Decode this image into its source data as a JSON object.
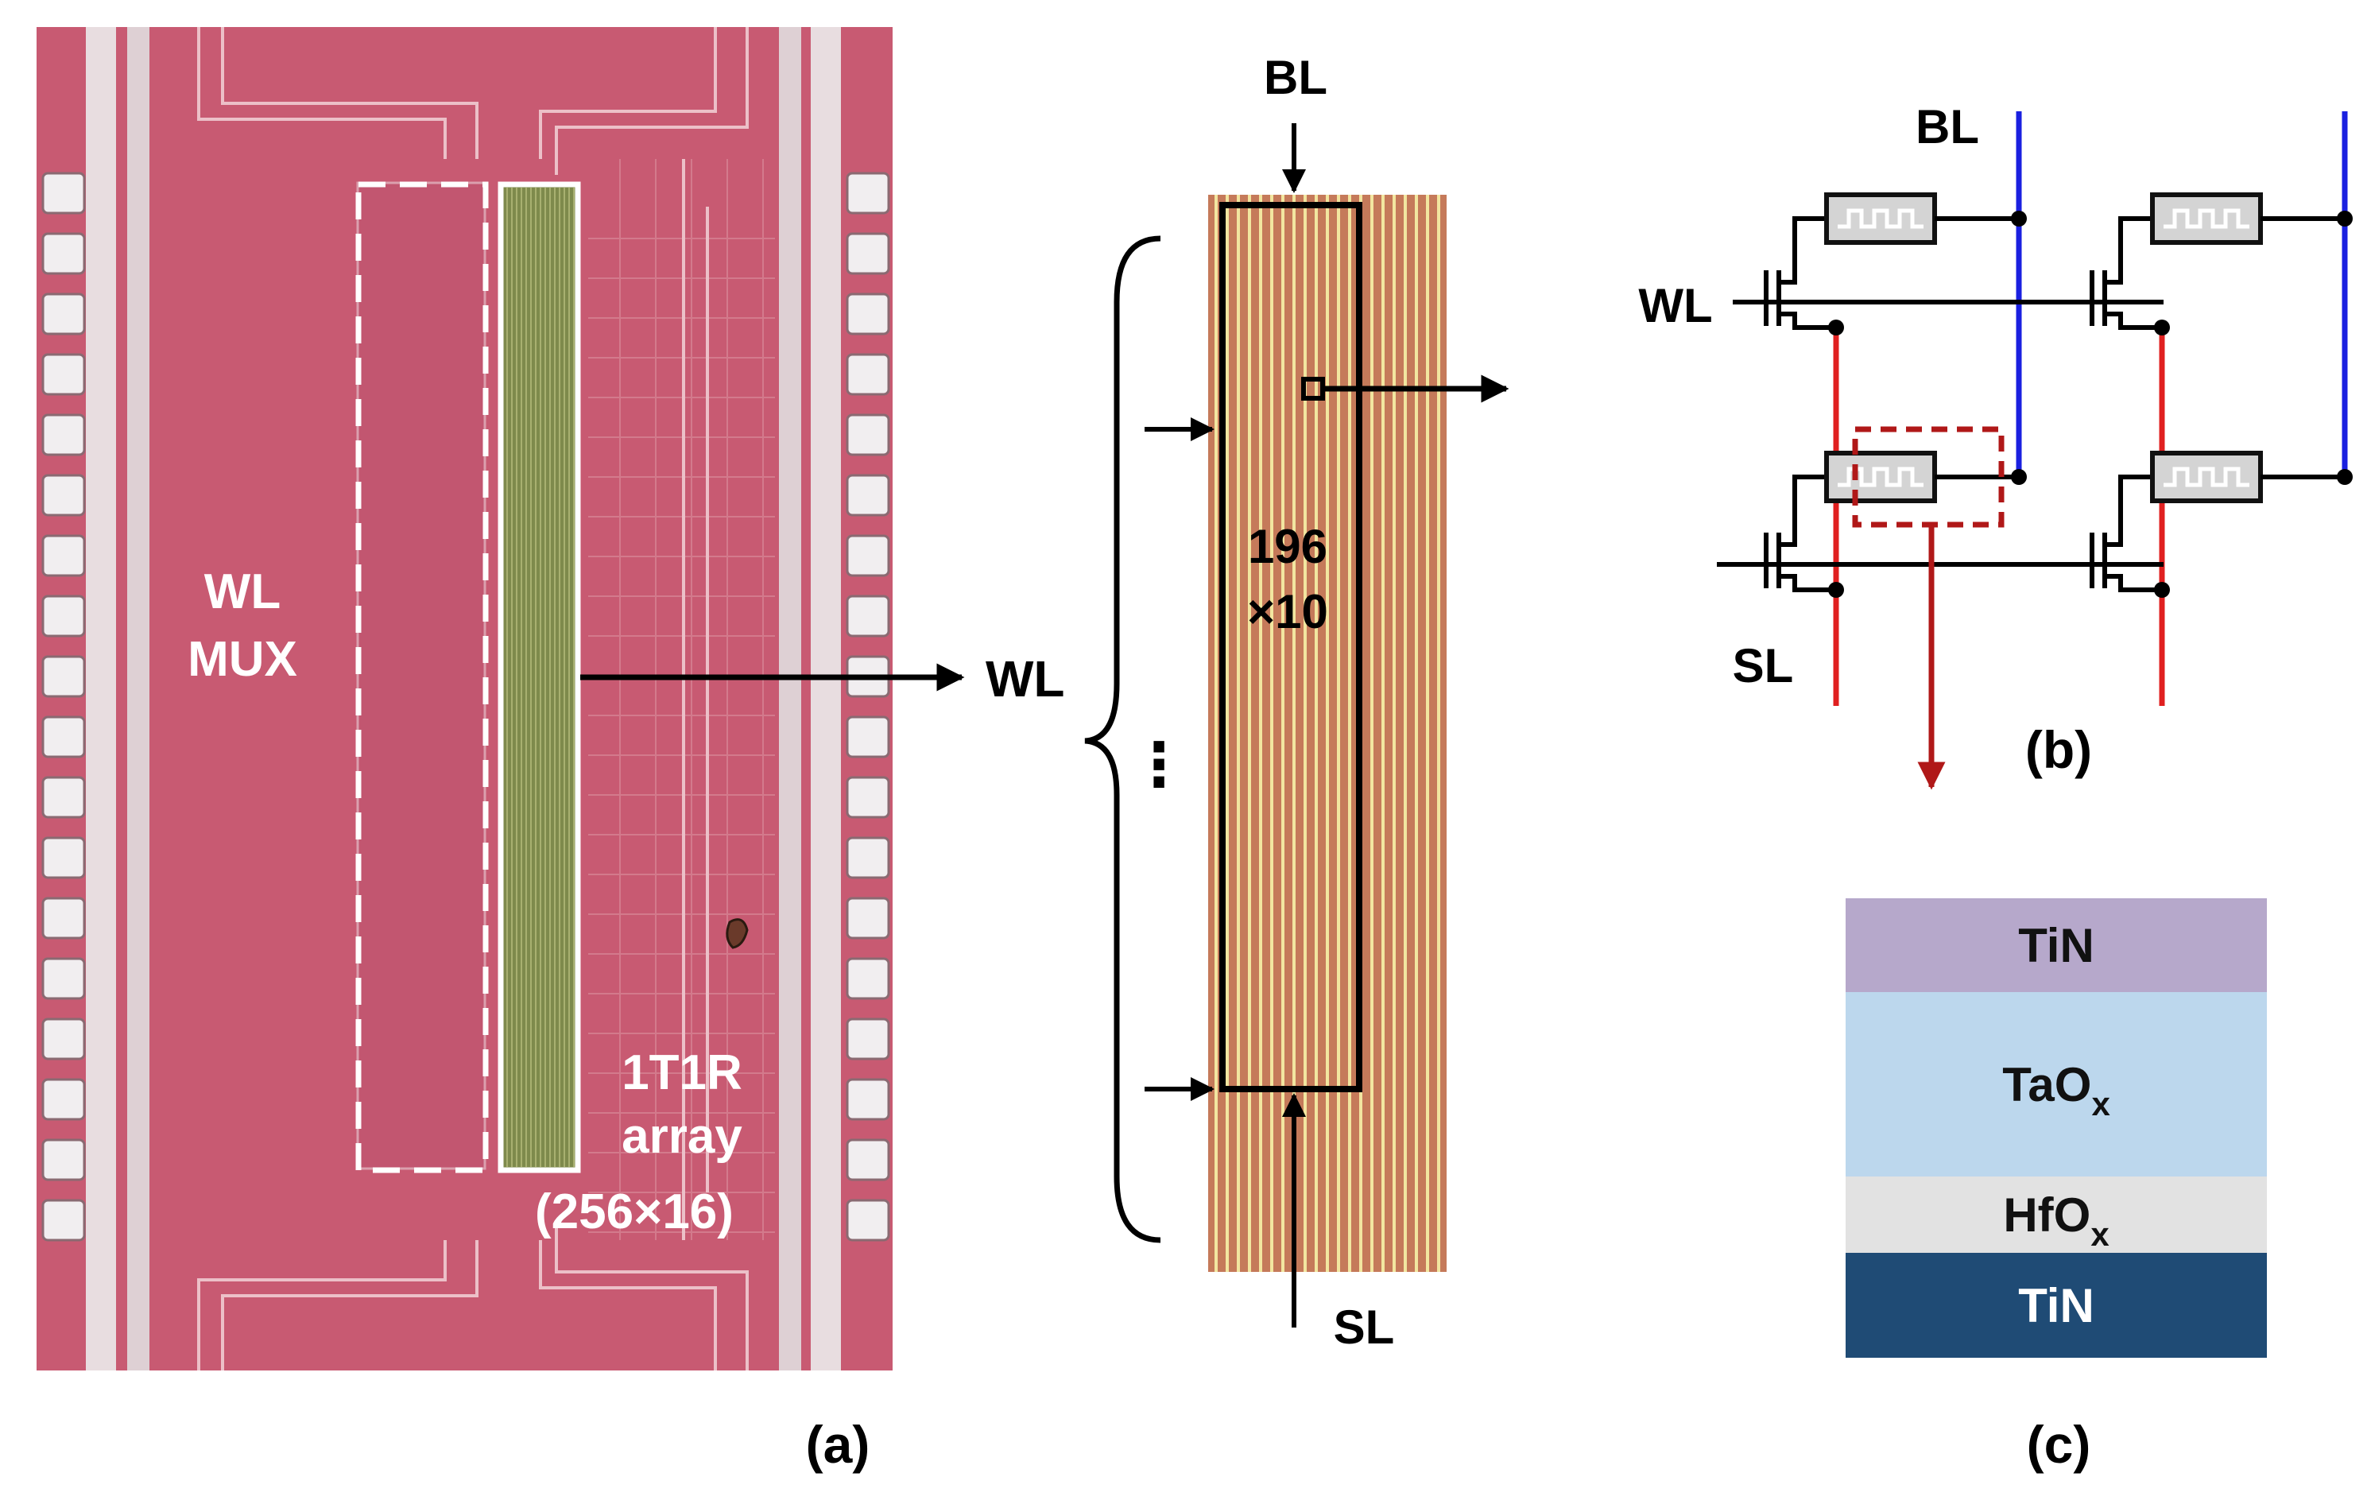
{
  "panel_a": {
    "wl_mux_label_1": "WL",
    "wl_mux_label_2": "MUX",
    "array_label_1": "1T1R",
    "array_label_2": "array",
    "array_label_3": "(256×16)",
    "wl_arrow_label": "WL",
    "caption": "(a)"
  },
  "zoom": {
    "bl_label": "BL",
    "sl_label": "SL",
    "size_label_1": "196",
    "size_label_2": "×10",
    "ellipsis": "⋮"
  },
  "panel_b": {
    "bl_label": "BL",
    "wl_label": "WL",
    "sl_label": "SL",
    "caption": "(b)"
  },
  "panel_c": {
    "layers": [
      {
        "base": "TiN",
        "sub": "",
        "color": "#b6a8cb"
      },
      {
        "base": "TaO",
        "sub": "x",
        "color": "#bcd7ed"
      },
      {
        "base": "HfO",
        "sub": "x",
        "color": "#e2e2e2"
      },
      {
        "base": "TiN",
        "sub": "",
        "color": "#1f4b75"
      }
    ],
    "caption": "(c)"
  },
  "colors": {
    "die": "#c85a72",
    "bitline": "#1a20e0",
    "sourceline": "#e02020",
    "highlight": "#b01818",
    "stripe_bg": "#c57a5a"
  }
}
